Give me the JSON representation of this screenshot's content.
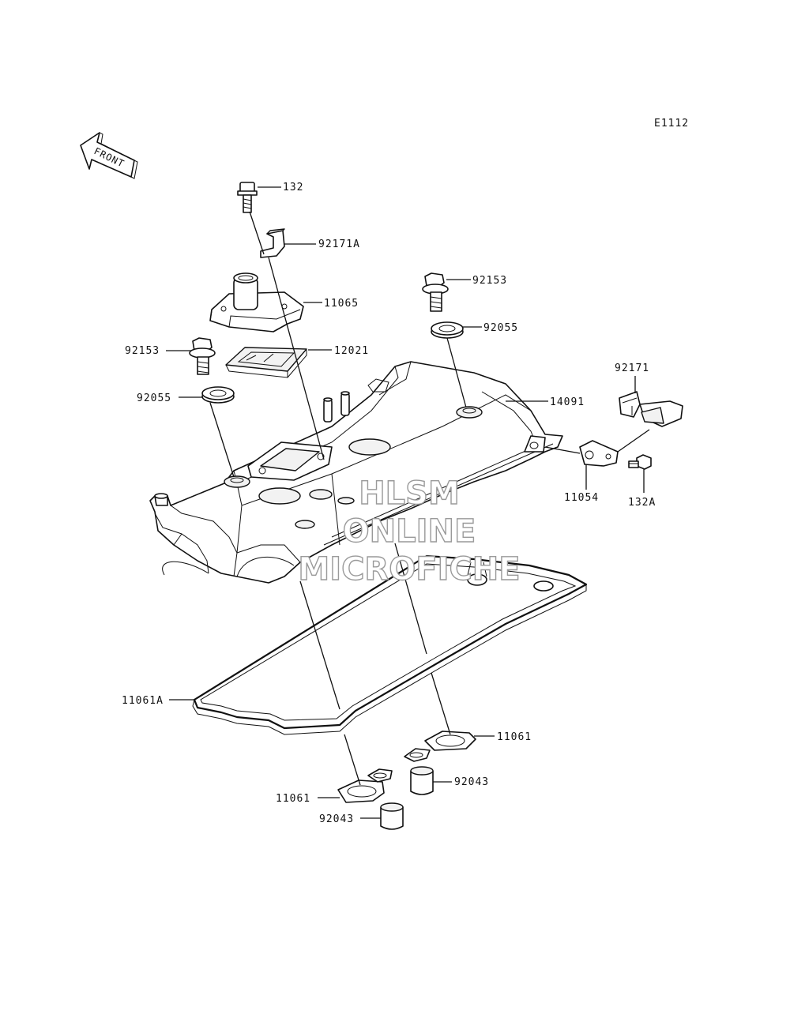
{
  "diagram_code": "E1112",
  "front_label": "FRONT",
  "watermark": [
    "HLSM",
    "ONLINE",
    "MICROFICHE"
  ],
  "parts": {
    "p132": "132",
    "p92171A": "92171A",
    "p11065": "11065",
    "p92153_r": "92153",
    "p92055_r": "92055",
    "p92153_l": "92153",
    "p12021": "12021",
    "p92055_l": "92055",
    "p14091": "14091",
    "p92171": "92171",
    "p11054": "11054",
    "p132A": "132A",
    "p11061A": "11061A",
    "p11061_r": "11061",
    "p92043_r": "92043",
    "p11061_l": "11061",
    "p92043_l": "92043"
  }
}
